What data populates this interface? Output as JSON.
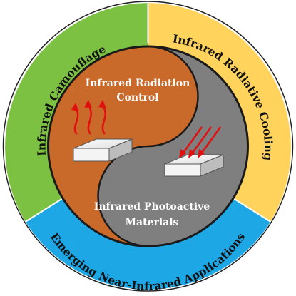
{
  "outer_ring": {
    "camouflage": {
      "label": "Infrared Camouflage",
      "color": "#7DC142"
    },
    "radiative_cooling": {
      "label": "Infrared Radiative Cooling",
      "color": "#FFD35C"
    },
    "near_infrared": {
      "label": "Emerging Near-Infrared Applications",
      "color": "#1DA7E5"
    }
  },
  "inner_circle": {
    "radiation_control": {
      "line1": "Infrared Radiation",
      "line2": "Control",
      "color": "#C9692A"
    },
    "photoactive": {
      "line1": "Infrared Photoactive",
      "line2": "Materials",
      "color": "#7F7F7F"
    }
  },
  "icons": {
    "emission_arrow_color": "#E01010",
    "incoming_arrow_color": "#E01010"
  }
}
